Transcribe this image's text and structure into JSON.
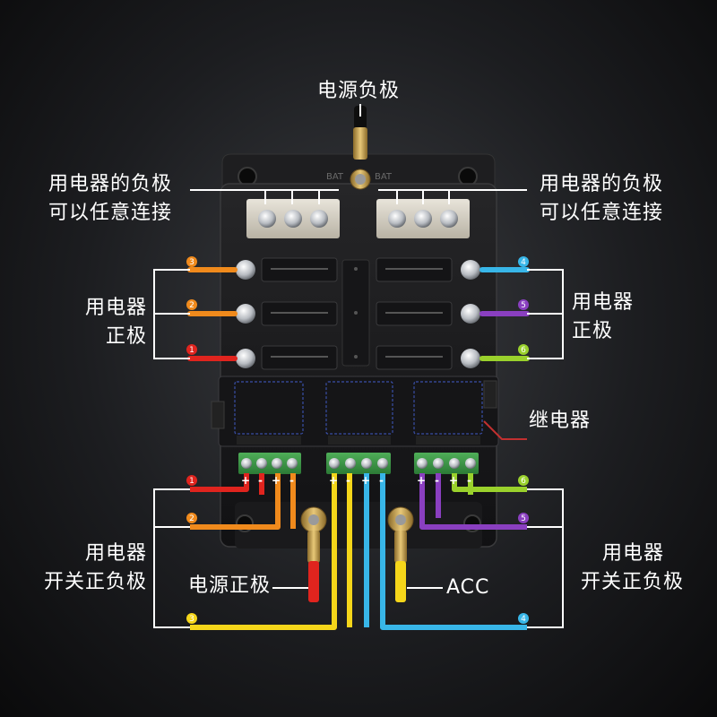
{
  "labels": {
    "power_negative": "电源负极",
    "load_negative_left": [
      "用电器的负极",
      "可以任意连接"
    ],
    "load_negative_right": [
      "用电器的负极",
      "可以任意连接"
    ],
    "load_positive_left": [
      "用电器",
      "正极"
    ],
    "load_positive_right": [
      "用电器",
      "正极"
    ],
    "relay": "继电器",
    "switch_left": [
      "用电器",
      "开关正负极"
    ],
    "switch_right": [
      "用电器",
      "开关正负极"
    ],
    "power_positive": "电源正极",
    "acc": "ACC"
  },
  "terminals": {
    "bat_left": "BAT",
    "bat_right": "BAT",
    "plus": "+",
    "minus": "-"
  },
  "wire_numbers": {
    "left_top": [
      "3",
      "2",
      "1"
    ],
    "right_top": [
      "4",
      "5",
      "6"
    ],
    "left_bottom": [
      "1",
      "2",
      "3"
    ],
    "right_bottom": [
      "6",
      "5",
      "4"
    ]
  },
  "colors": {
    "red": "#e0241e",
    "orange": "#f08a1c",
    "yellow": "#f5d61a",
    "cyan": "#38b6e8",
    "purple": "#8a3fc0",
    "green": "#9ad12c",
    "label_line": "#ffffff",
    "housing": "#1a1a1c"
  }
}
